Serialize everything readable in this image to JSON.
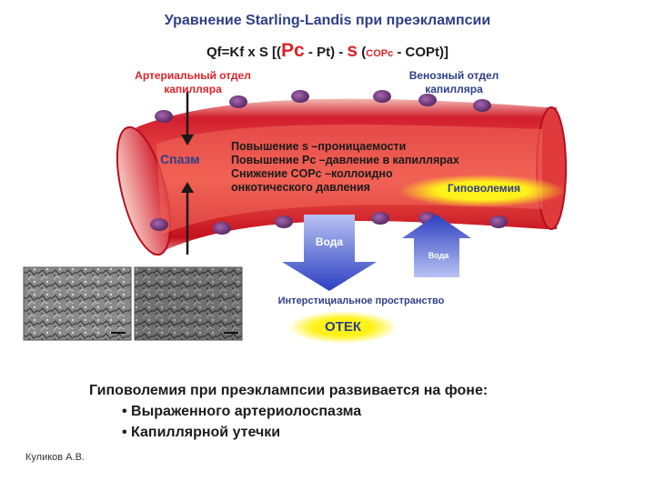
{
  "title": "Уравнение Starling-Landis при преэклампсии",
  "formula": {
    "part1": "Qf=Kf x S [(",
    "pc": "Pc",
    "part2": " - Pt) - ",
    "sigma": "s",
    "part3": "  (",
    "copc": "COPc",
    "part4": " - COPt)]"
  },
  "labels": {
    "arterial": "Артериальный отдел капилляра",
    "venous": "Венозный отдел капилляра",
    "spasm": "Спазм",
    "effects": [
      "Повышение s –проницаемости",
      "Повышение Pc –давление в капиллярах",
      "Снижение COPc –коллоидно",
      "онкотического давления"
    ],
    "hypovolemia": "Гиповолемия",
    "water_out": "Вода",
    "water_in": "Вода",
    "interstitial": "Интерстициальное пространство",
    "edema": "ОТЕК"
  },
  "caption": {
    "heading": "Гиповолемия при преэклампсии развивается на фоне:",
    "items": [
      "• Выраженного артериолоспазма",
      "• Капиллярной утечки"
    ]
  },
  "author": "Куликов А.В.",
  "colors": {
    "vessel": "#c8102e",
    "vessel_inner": "#e8504a",
    "cells": "#7b3f86",
    "arrow_blue": "#3347c9",
    "highlight_yellow": "#fff21a",
    "title_blue": "#2e3f87",
    "label_red": "#d8232a"
  }
}
